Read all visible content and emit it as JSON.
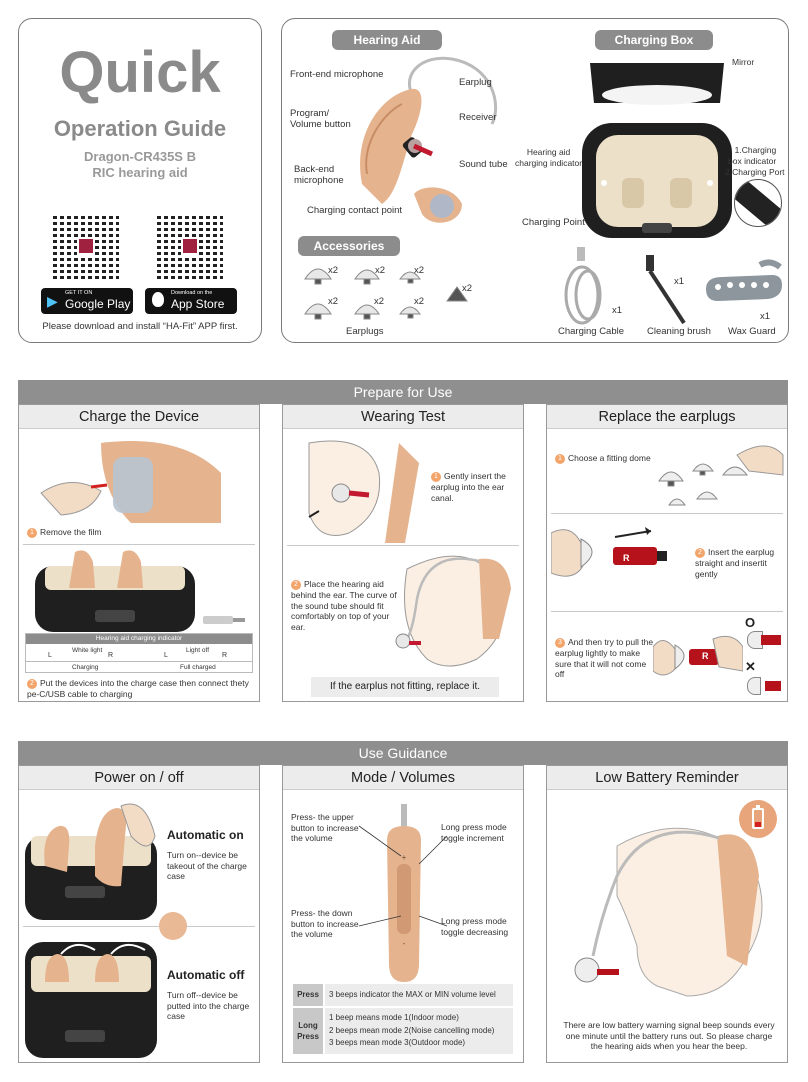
{
  "cover": {
    "title": "Quick",
    "subtitle": "Operation Guide",
    "model": "Dragon-CR435S B",
    "type": "RIC hearing aid",
    "google_small": "GET IT ON",
    "google_big": "Google Play",
    "apple_small": "Download on the",
    "apple_big": "App Store",
    "download_note": "Please download and install “HA-Fit” APP first."
  },
  "parts": {
    "hearing_aid_tag": "Hearing Aid",
    "charging_box_tag": "Charging Box",
    "accessories_tag": "Accessories",
    "front_mic": "Front-end microphone",
    "program": "Program/\nVolume button",
    "back_mic": "Back-end\nmicrophone",
    "earplug": "Earplug",
    "receiver": "Receiver",
    "sound_tube": "Sound tube",
    "charging_contact": "Charging contact point",
    "mirror": "Mirror",
    "ha_indicator": "Hearing aid\ncharging indicator",
    "charging_box_indicator": "1.Charging\nbox indicator",
    "charging_port": "2.Charging Port",
    "charging_point": "Charging Point",
    "x2": "x2",
    "x1": "x1",
    "earplugs": "Earplugs",
    "charging_cable": "Charging Cable",
    "cleaning_brush": "Cleaning brush",
    "wax_guard": "Wax Guard"
  },
  "prepare": {
    "band": "Prepare for Use",
    "charge": {
      "title": "Charge the Device",
      "step1_num": "1",
      "step1": "Remove the film",
      "table_header": "Hearing aid charging indicator",
      "l": "L",
      "r": "R",
      "white_light": "White light",
      "light_off": "Light off",
      "charging": "Charging",
      "full_charged": "Full charged",
      "step2_num": "2",
      "step2": "Put the devices into the charge case then connect thety pe-C/USB cable to charging"
    },
    "wearing": {
      "title": "Wearing Test",
      "step1_num": "1",
      "step1": "Gently insert the earplug into the ear canal.",
      "step2_num": "2",
      "step2": "Place the hearing aid behind the ear. The curve of the sound tube should fit comfortably on top of your ear.",
      "note": "If the earplus not fitting, replace it."
    },
    "replace": {
      "title": "Replace the earplugs",
      "step1_num": "1",
      "step1": "Choose a fitting dome",
      "step2_num": "2",
      "step2": "Insert the earplug straight and insertit gently",
      "step3_num": "3",
      "step3": "And then try to pull the earplug lightly to make sure that it will not come off",
      "r": "R",
      "ok_mark": "O",
      "bad_mark": "✕"
    }
  },
  "guidance": {
    "band": "Use Guidance",
    "power": {
      "title": "Power on / off",
      "on_title": "Automatic on",
      "on_text": "Turn on--device be takeout of the charge case",
      "off_title": "Automatic off",
      "off_text": "Turn off--device be putted into the charge case"
    },
    "mode": {
      "title": "Mode / Volumes",
      "press_upper": "Press- the upper button to increase the volume",
      "press_down": "Press- the down button to increase the volume",
      "long_inc": "Long press mode toggle increment",
      "long_dec": "Long press mode toggle decreasing",
      "press_label": "Press",
      "press_desc": "3 beeps indicator the MAX or MIN volume level",
      "long_label": "Long\nPress",
      "long_1": "1 beep means mode 1(Indoor mode)",
      "long_2": "2 beeps mean mode 2(Noise cancelling mode)",
      "long_3": "3 beeps mean mode 3(Outdoor mode)"
    },
    "battery": {
      "title": "Low Battery Reminder",
      "text": "There are low battery warning signal beep sounds every one minute until the battery runs out. So please charge the hearing aids when you hear the beep."
    }
  }
}
